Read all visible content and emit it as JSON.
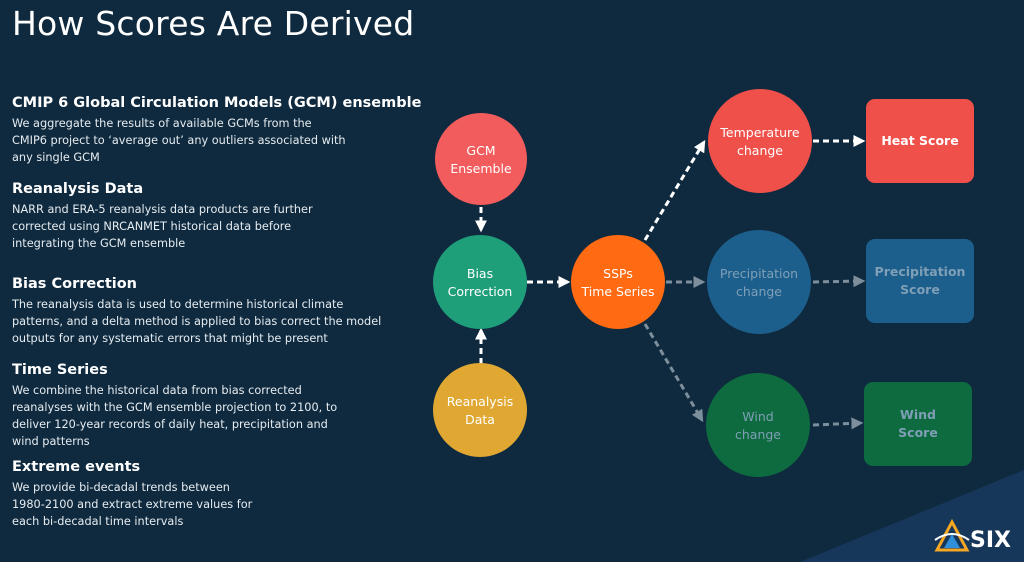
{
  "title": "How Scores Are Derived",
  "sections": [
    {
      "heading": "CMIP 6 Global Circulation Models (GCM) ensemble",
      "body": "We aggregate the results of available GCMs from the\nCMIP6 project to ‘average out’ any outliers associated with\nany single GCM"
    },
    {
      "heading": "Reanalysis Data",
      "body": "NARR and ERA-5 reanalysis data products are further\ncorrected using NRCANMET historical data before\nintegrating the GCM ensemble"
    },
    {
      "heading": "Bias Correction",
      "body": "The reanalysis data is used to determine historical climate\npatterns, and a delta method is applied to bias correct the model\noutputs for any systematic errors that might be present"
    },
    {
      "heading": "Time Series",
      "body": "We combine the historical data from bias corrected\nreanalyses with the GCM ensemble projection to 2100, to\ndeliver 120-year records of daily heat, precipitation and\nwind patterns"
    },
    {
      "heading": "Extreme events",
      "body": "We provide bi-decadal trends between\n1980-2100 and extract extreme values for\neach bi-decadal time intervals"
    }
  ],
  "diagram": {
    "nodes": {
      "gcm": {
        "line1": "GCM",
        "line2": "Ensemble",
        "color": "#f25c5c"
      },
      "bias": {
        "line1": "Bias",
        "line2": "Correction",
        "color": "#1f9e7a"
      },
      "reanalysis": {
        "line1": "Reanalysis",
        "line2": "Data",
        "color": "#e0a832"
      },
      "ssps": {
        "line1": "SSPs",
        "line2": "Time Series",
        "color": "#ff6a13"
      },
      "temperature": {
        "line1": "Temperature",
        "line2": "change",
        "color": "#f0504a"
      },
      "precipitation": {
        "line1": "Precipitation",
        "line2": "change",
        "color": "#1d5f8c"
      },
      "wind": {
        "line1": "Wind",
        "line2": "change",
        "color": "#0d6b3f"
      },
      "heat_score": {
        "line1": "Heat Score",
        "color": "#f0504a"
      },
      "precip_score": {
        "line1": "Precipitation",
        "line2": "Score",
        "color": "#1d5f8c"
      },
      "wind_score": {
        "line1": "Wind",
        "line2": "Score",
        "color": "#0d6b3f"
      }
    }
  },
  "logo": {
    "text": "SIX"
  }
}
